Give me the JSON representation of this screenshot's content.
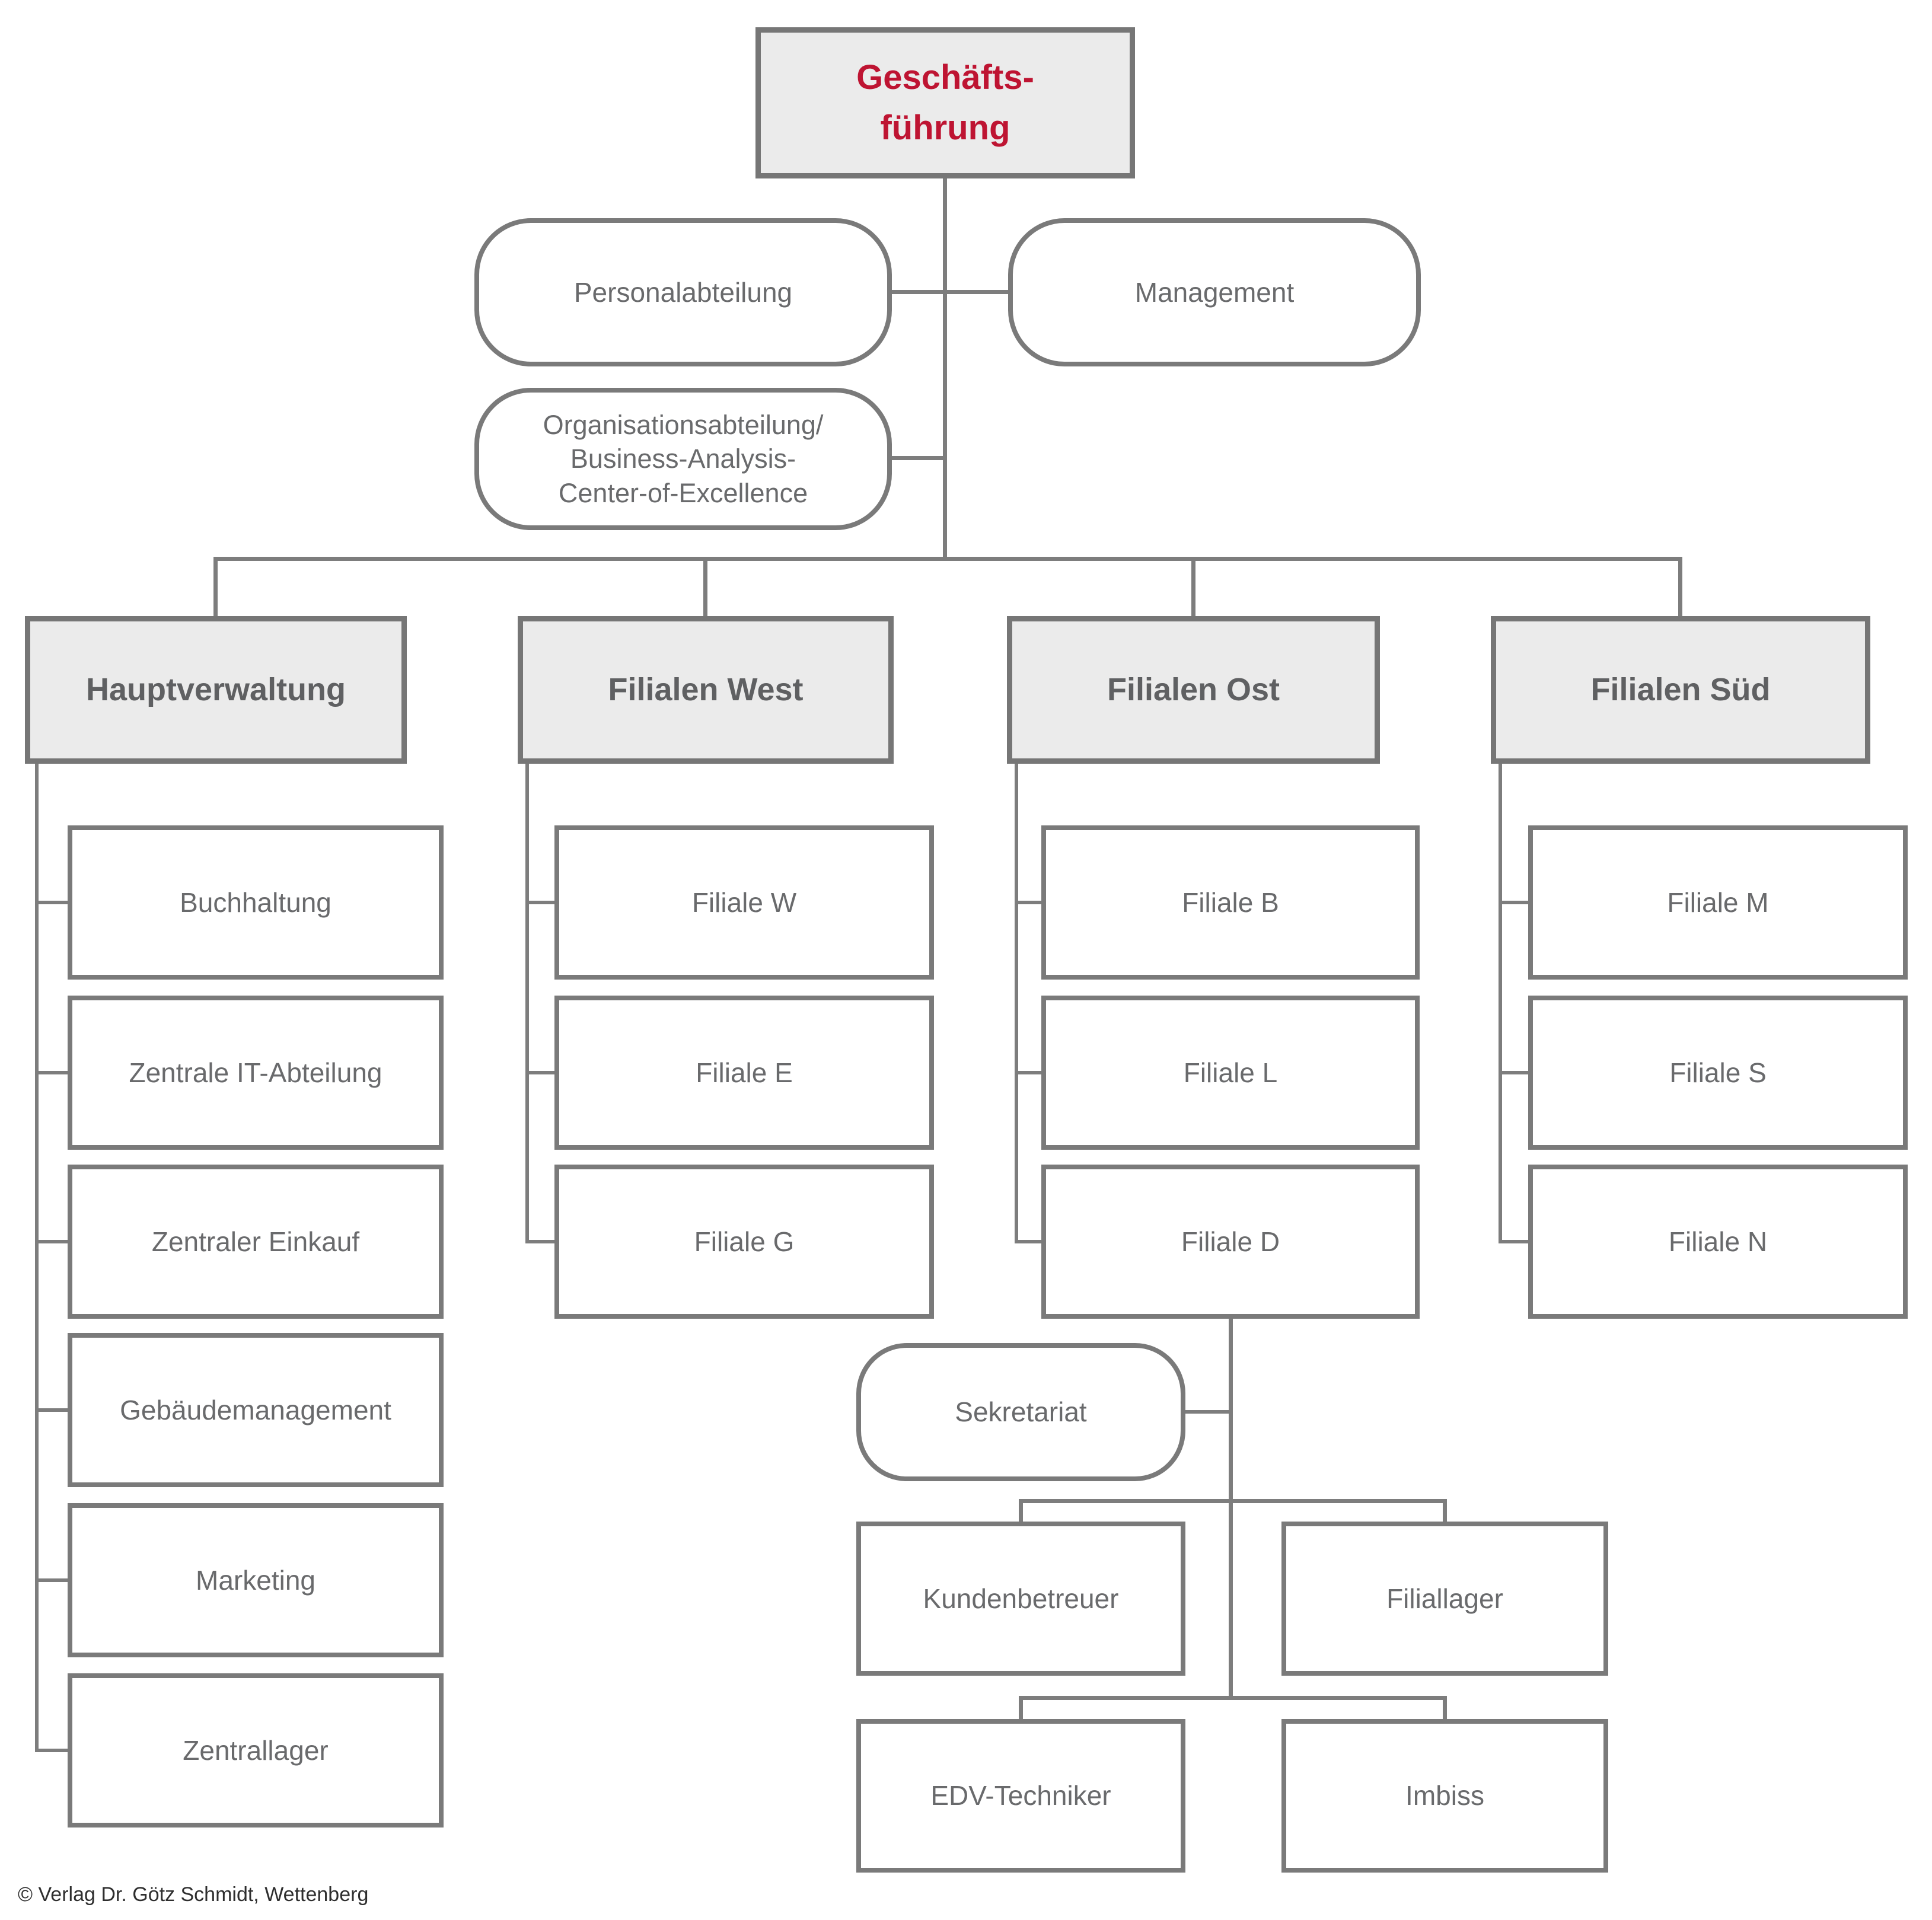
{
  "root": {
    "label": "Geschäfts-\nführung"
  },
  "staff": [
    {
      "label": "Personalabteilung"
    },
    {
      "label": "Management"
    },
    {
      "label": "Organisationsabteilung/\nBusiness-Analysis-\nCenter-of-Excellence"
    }
  ],
  "branches": [
    {
      "label": "Hauptverwaltung",
      "children": [
        "Buchhaltung",
        "Zentrale IT-Abteilung",
        "Zentraler Einkauf",
        "Gebäudemanagement",
        "Marketing",
        "Zentrallager"
      ]
    },
    {
      "label": "Filialen West",
      "children": [
        "Filiale W",
        "Filiale E",
        "Filiale G"
      ]
    },
    {
      "label": "Filialen Ost",
      "children": [
        "Filiale B",
        "Filiale L",
        "Filiale D"
      ]
    },
    {
      "label": "Filialen Süd",
      "children": [
        "Filiale M",
        "Filiale S",
        "Filiale N"
      ]
    }
  ],
  "filiale_d": {
    "staff_label": "Sekretariat",
    "children": [
      "Kundenbetreuer",
      "Filiallager",
      "EDV-Techniker",
      "Imbiss"
    ]
  },
  "footer": {
    "copyright": "© Verlag Dr. Götz Schmidt, Wettenberg"
  },
  "colors": {
    "accent_red": "#be1432",
    "node_fill_gray": "#ebebeb",
    "border_gray": "#7a7a7a",
    "line_gray": "#7d7d7d",
    "header_text": "#5f6062",
    "label_text": "#696a6c"
  }
}
